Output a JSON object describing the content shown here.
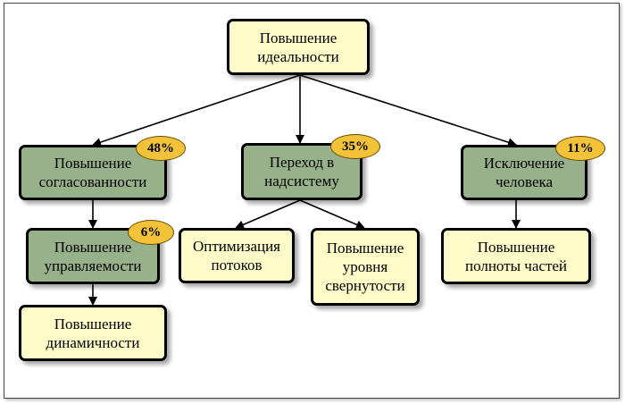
{
  "colors": {
    "light_box": "#fdfbc8",
    "dark_box": "#97b18a",
    "badge": "#f2c338",
    "line": "#000000"
  },
  "nodes": {
    "root": {
      "label": "Повышение\nидеальности"
    },
    "coherence": {
      "label": "Повышение\nсогласованности",
      "badge": "48%"
    },
    "supersystem": {
      "label": "Переход в\nнадсистему",
      "badge": "35%"
    },
    "human": {
      "label": "Исключение\nчеловека",
      "badge": "11%"
    },
    "controllability": {
      "label": "Повышение\nуправляемости",
      "badge": "6%"
    },
    "dynamism": {
      "label": "Повышение\nдинамичности"
    },
    "flows": {
      "label": "Оптимизация\nпотоков"
    },
    "convolution": {
      "label": "Повышение\nуровня\nсвернутости"
    },
    "completeness": {
      "label": "Повышение\nполноты частей"
    }
  }
}
